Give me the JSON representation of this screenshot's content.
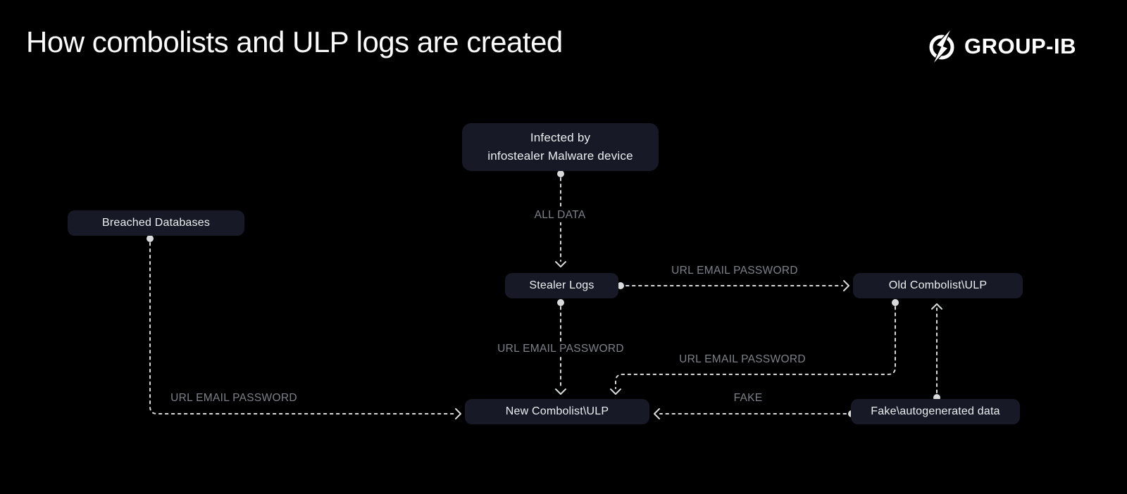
{
  "header": {
    "title": "How combolists and ULP logs are created",
    "brand": "GROUP-IB",
    "logo_icon": "group-ib-circle-bolt-icon"
  },
  "colors": {
    "background": "#000000",
    "node_fill": "#171a26",
    "node_text": "#edeef0",
    "connector": "#d9dadc",
    "edge_label_text": "#7e8189",
    "title_text": "#fafafa"
  },
  "diagram": {
    "nodes": [
      {
        "id": "infected",
        "label": "Infected by\ninfostealer Malware device"
      },
      {
        "id": "breached",
        "label": "Breached Databases"
      },
      {
        "id": "stealer",
        "label": "Stealer Logs"
      },
      {
        "id": "old",
        "label": "Old Combolist\\ULP"
      },
      {
        "id": "new",
        "label": "New Combolist\\ULP"
      },
      {
        "id": "fake",
        "label": "Fake\\autogenerated data"
      }
    ],
    "edges": [
      {
        "from": "infected",
        "to": "stealer",
        "label": "ALL DATA"
      },
      {
        "from": "stealer",
        "to": "old",
        "label": "URL EMAIL PASSWORD"
      },
      {
        "from": "stealer",
        "to": "new",
        "label": "URL EMAIL PASSWORD"
      },
      {
        "from": "old",
        "to": "new",
        "label": "URL EMAIL PASSWORD"
      },
      {
        "from": "breached",
        "to": "new",
        "label": "URL EMAIL PASSWORD"
      },
      {
        "from": "fake",
        "to": "new",
        "label": "FAKE"
      },
      {
        "from": "fake",
        "to": "old",
        "label": ""
      }
    ]
  }
}
